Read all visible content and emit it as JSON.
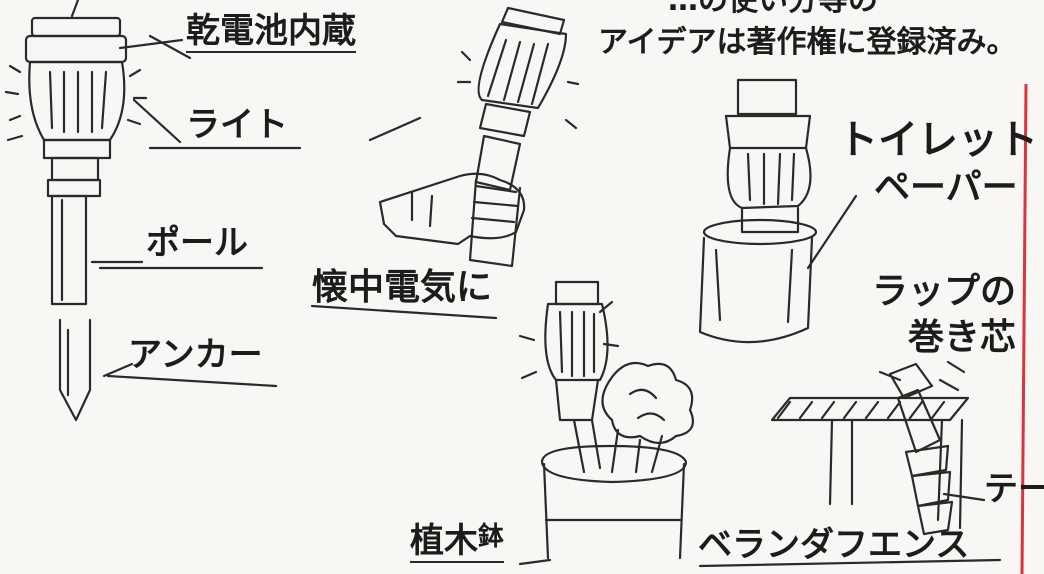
{
  "notes": {
    "line1": "…の使い分等の",
    "line2": "アイデアは著作権に登録済み。"
  },
  "labels": {
    "battery": "乾電池内蔵",
    "light": "ライト",
    "pole": "ポール",
    "anchor": "アンカー",
    "flashlight": "懐中電気に",
    "toilet_line1": "トイレット",
    "toilet_line2": "ペーパー",
    "wrap_line1": "ラップの",
    "wrap_line2": "巻き芯",
    "planter_part1": "植木",
    "planter_part2": "鉢",
    "fence": "ベランダフエンス",
    "tape": "テー"
  },
  "colors": {
    "ink": "#2a2a2a",
    "paper": "#f8f7f3",
    "margin_line": "#d9343f"
  }
}
